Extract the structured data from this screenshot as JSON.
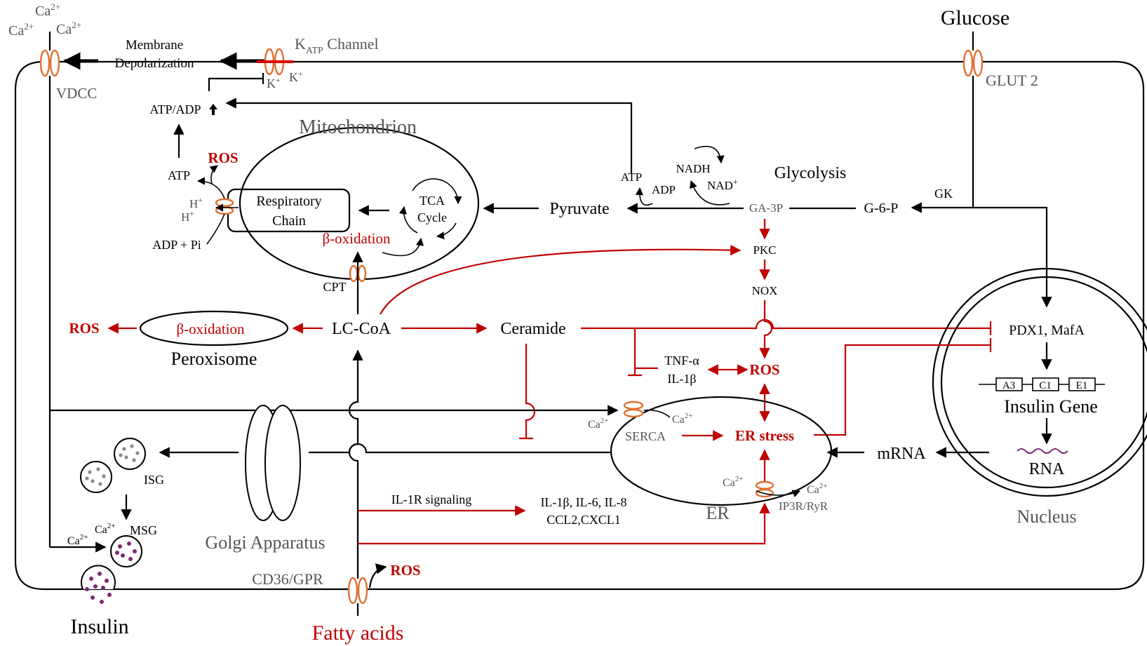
{
  "labels": {
    "ca_top1": "Ca",
    "ca_top2": "Ca",
    "ca_top3": "Ca",
    "membrane_depolarization_1": "Membrane",
    "membrane_depolarization_2": "Depolarization",
    "katp_channel": "K",
    "katp_sub": "ATP",
    "katp_channel_rest": " Channel",
    "k_plus_1": "K",
    "k_plus_2": "K",
    "glucose": "Glucose",
    "glut2": "GLUT 2",
    "vdcc": "VDCC",
    "atp_adp": "ATP/ADP",
    "mitochondrion": "Mitochondrion",
    "ros_mito": "ROS",
    "atp_mito": "ATP",
    "h_plus_1": "H",
    "h_plus_2": "H",
    "adp_pi": "ADP + Pi",
    "respiratory_chain_1": "Respiratory",
    "respiratory_chain_2": "Chain",
    "tca_1": "TCA",
    "tca_2": "Cycle",
    "beta_oxidation_mito": "β-oxidation",
    "cpt": "CPT",
    "pyruvate": "Pyruvate",
    "atp_glyco": "ATP",
    "adp_glyco": "ADP",
    "nadh": "NADH",
    "nad": "NAD",
    "glycolysis": "Glycolysis",
    "ga3p": "GA-3P",
    "g6p": "G-6-P",
    "gk": "GK",
    "pkc": "PKC",
    "nox": "NOX",
    "ros_left": "ROS",
    "beta_oxidation_perox": "β-oxidation",
    "peroxisome": "Peroxisome",
    "lc_coa": "LC-CoA",
    "ceramide": "Ceramide",
    "tnf": "TNF-α",
    "il1b": "IL-1β",
    "ros_center": "ROS",
    "pdx1_mafa": "PDX1, MafA",
    "a3": "A3",
    "c1": "C1",
    "e1": "E1",
    "insulin_gene": "Insulin Gene",
    "rna": "RNA",
    "nucleus": "Nucleus",
    "mrna": "mRNA",
    "ca_serca_left": "Ca",
    "ca_serca_right": "Ca",
    "serca": "SERCA",
    "er_stress": "ER stress",
    "ca_ip3_left": "Ca",
    "ca_ip3_right": "Ca",
    "ip3r": "IP3R/RyR",
    "er": "ER",
    "isg": "ISG",
    "ca_msg_1": "Ca",
    "ca_msg_2": "Ca",
    "msg": "MSG",
    "golgi": "Golgi Apparatus",
    "il1r": "IL-1R signaling",
    "cytokines_1": "IL-1β, IL-6, IL-8",
    "cytokines_2": "CCL2,CXCL1",
    "cd36": "CD36/GPR",
    "ros_bottom": "ROS",
    "insulin": "Insulin",
    "fatty_acids": "Fatty acids",
    "sup_2plus": "2+",
    "sup_plus": "+"
  },
  "colors": {
    "pathway_black": "#000000",
    "pathway_red": "#c00000",
    "channel_orange": "#e07030",
    "granule_gray": "#888888",
    "granule_purple": "#7a2a6e",
    "label_gray": "#555555"
  }
}
